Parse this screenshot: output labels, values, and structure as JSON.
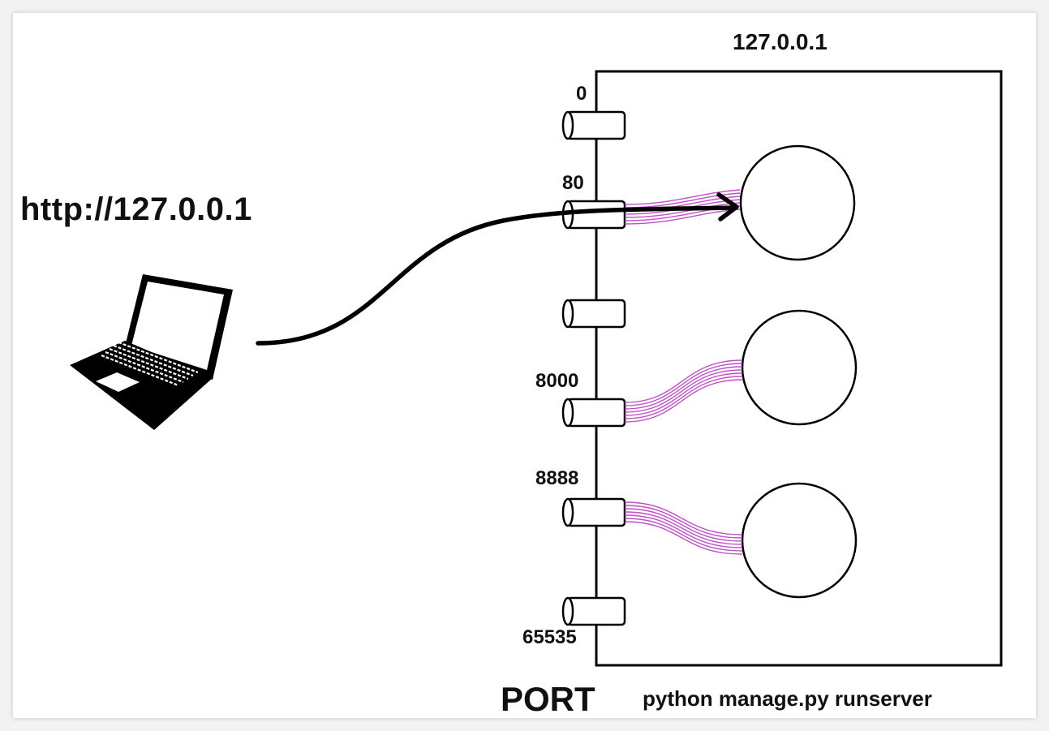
{
  "host": {
    "title": "127.0.0.1"
  },
  "client": {
    "url": "http://127.0.0.1"
  },
  "ports": {
    "port_0": "0",
    "port_80": "80",
    "port_8000": "8000",
    "port_8888": "8888",
    "port_65535": "65535",
    "caption": "PORT"
  },
  "server": {
    "command": "python manage.py runserver"
  },
  "colors": {
    "stroke": "#000000",
    "connection": "#c050c8",
    "background": "#ffffff"
  },
  "icons": [
    "laptop-icon",
    "arrow-icon"
  ]
}
